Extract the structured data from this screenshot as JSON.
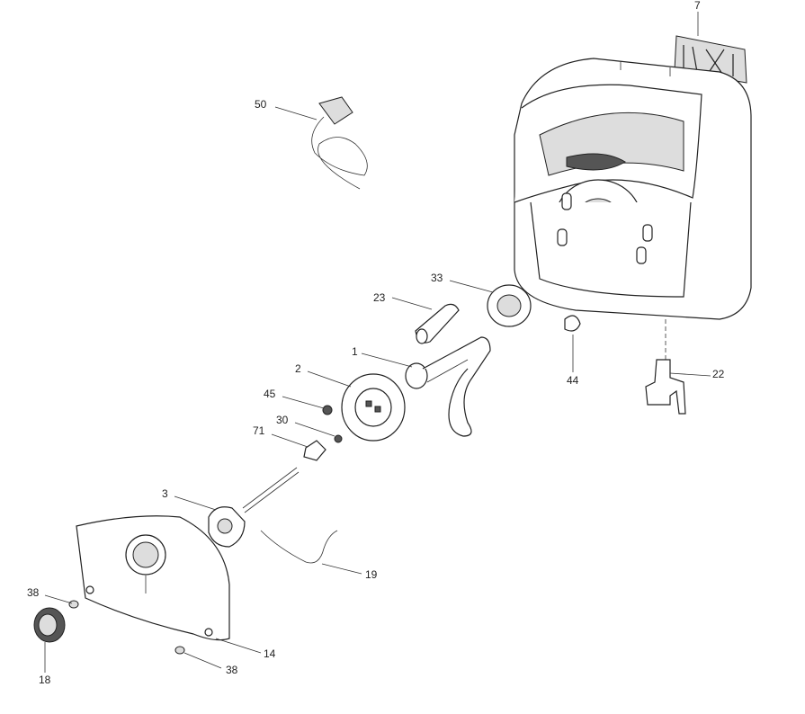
{
  "diagram": {
    "labels": {
      "p7": "7",
      "p50": "50",
      "p23": "23",
      "p33": "33",
      "p1": "1",
      "p2": "2",
      "p45": "45",
      "p30": "30",
      "p71": "71",
      "p3": "3",
      "p44": "44",
      "p22": "22",
      "p19": "19",
      "p38a": "38",
      "p18": "18",
      "p14": "14",
      "p38b": "38"
    }
  }
}
